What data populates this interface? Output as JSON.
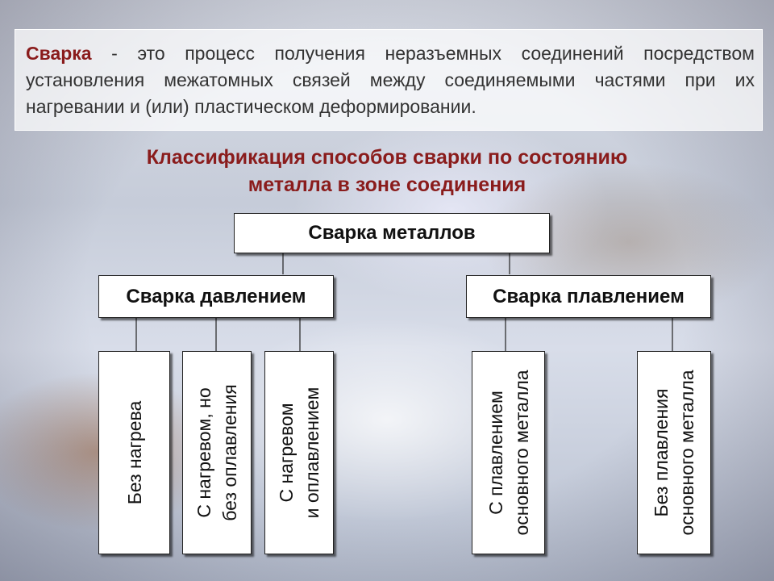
{
  "definition": {
    "term": "Сварка",
    "dash": " - ",
    "text": "это процесс получения неразъемных соединений посредством установления межатомных связей между соединяемыми частями при их нагревании и (или) пластическом деформировании."
  },
  "title": {
    "line1": "Классификация способов сварки по состоянию",
    "line2": "металла в зоне соединения"
  },
  "diagram": {
    "root": "Сварка металлов",
    "pressure": {
      "label": "Сварка давлением",
      "children": [
        {
          "line1": "Без нагрева",
          "line2": ""
        },
        {
          "line1": "С нагревом, но",
          "line2": "без оплавления"
        },
        {
          "line1": "С нагревом",
          "line2": "и оплавлением"
        }
      ]
    },
    "fusion": {
      "label": "Сварка плавлением",
      "children": [
        {
          "line1": "С плавлением",
          "line2": "основного металла"
        },
        {
          "line1": "Без плавления",
          "line2": "основного металла"
        }
      ]
    }
  }
}
